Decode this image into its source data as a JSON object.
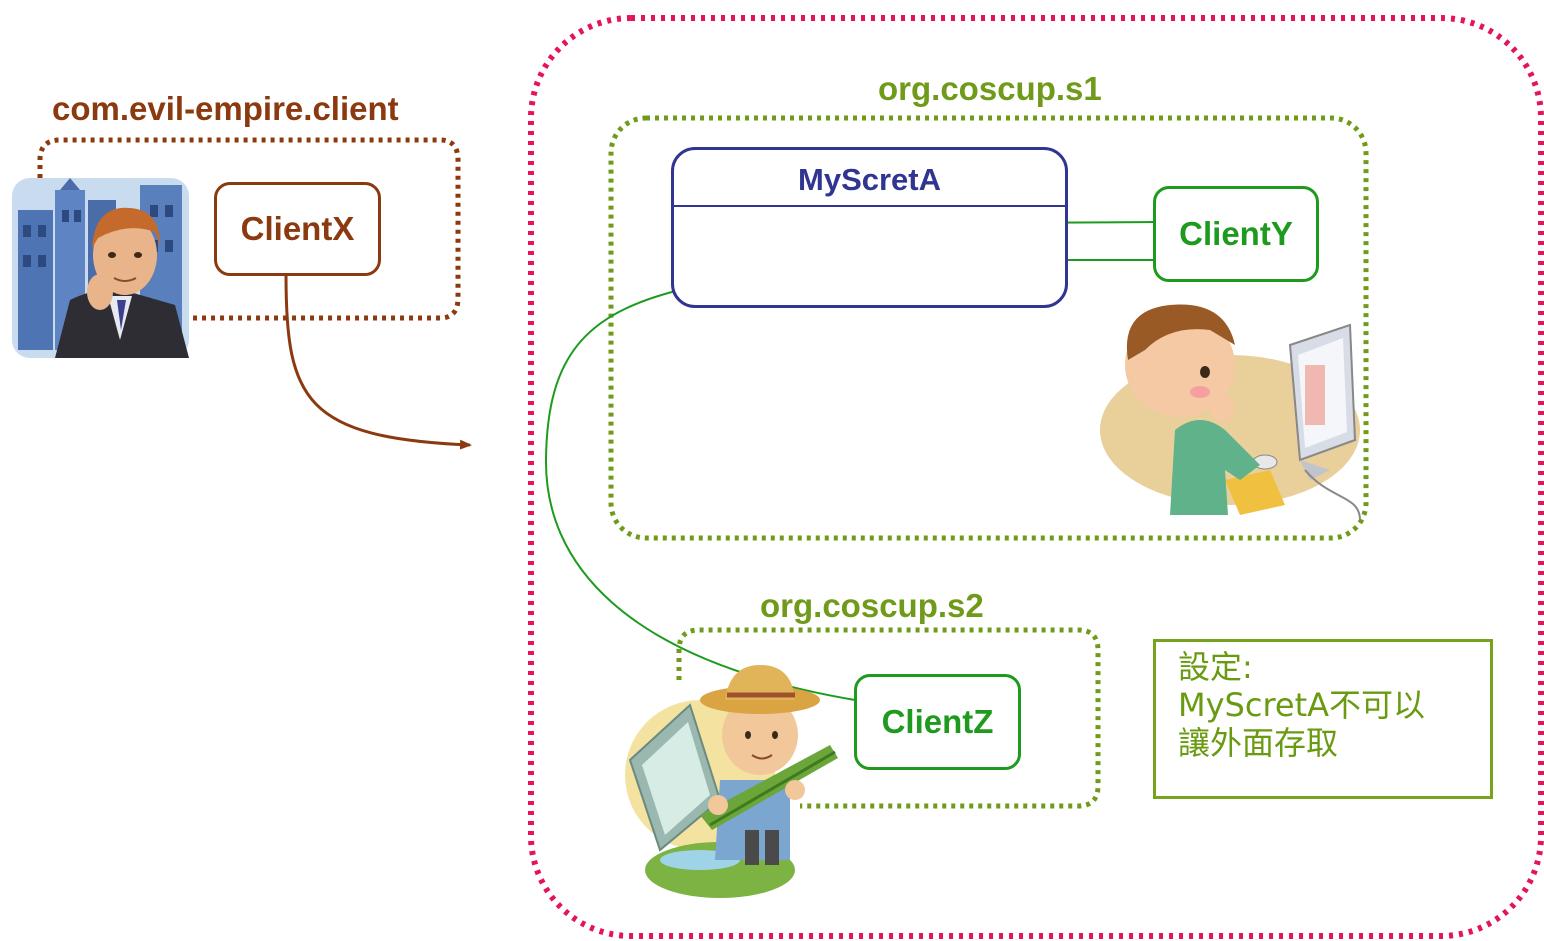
{
  "diagram": {
    "outer_container": {
      "color": "#e6135a"
    },
    "evil_group": {
      "label": "com.evil-empire.client",
      "color": "#8b3a0f"
    },
    "s1_group": {
      "label": "org.coscup.s1",
      "color": "#6f9a1a"
    },
    "s2_group": {
      "label": "org.coscup.s2",
      "color": "#6f9a1a"
    },
    "secret_component": {
      "label": "MyScretA",
      "color": "#2f3591"
    },
    "clients": {
      "x": {
        "label": "ClientX",
        "color": "#8b3a0f"
      },
      "y": {
        "label": "ClientY",
        "color": "#1e9b1e"
      },
      "z": {
        "label": "ClientZ",
        "color": "#1e9b1e"
      }
    },
    "note": {
      "lines": [
        "設定:",
        "MyScretA不可以",
        "讓外面存取"
      ],
      "color": "#6a9a12"
    },
    "illustrations": [
      "businessman-thinking",
      "boy-at-computer",
      "farmer-with-crops"
    ]
  }
}
